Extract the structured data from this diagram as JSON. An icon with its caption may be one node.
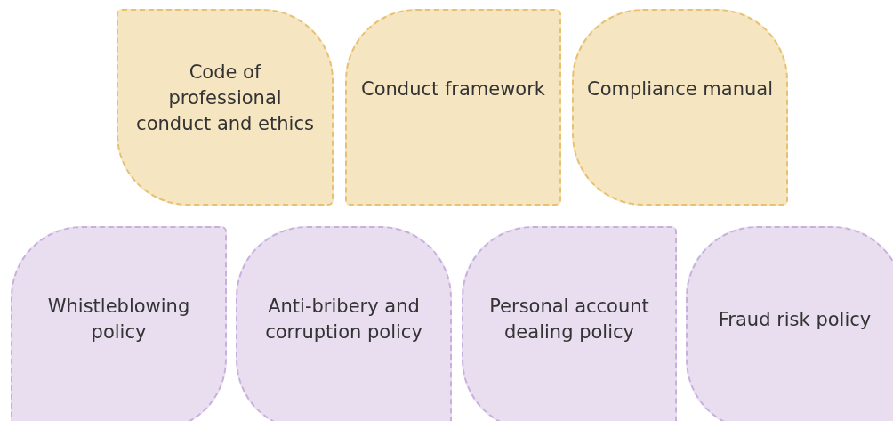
{
  "diagram": {
    "nodes": [
      {
        "text": [
          "Code of professional conduct and ethics"
        ]
      },
      {
        "text": [
          "Conduct framework"
        ]
      },
      {
        "text": [
          "Compliance manual"
        ]
      },
      {
        "text": [
          "Whistleblowing policy"
        ]
      },
      {
        "text": [
          "Anti-bribery and corruption policy"
        ]
      },
      {
        "text": [
          "Personal account dealing policy"
        ]
      },
      {
        "text": [
          "Fraud risk policy"
        ]
      }
    ]
  }
}
